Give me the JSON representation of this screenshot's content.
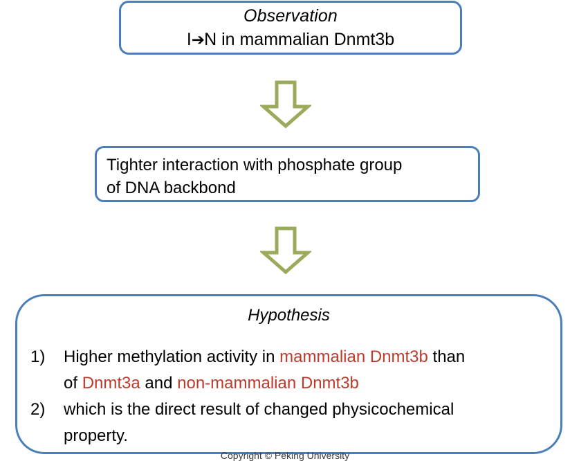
{
  "slide": {
    "accent_border_color": "#4a7ebb",
    "arrow_color": "#9bab5c",
    "highlight_color": "#c0392b",
    "background_color": "#ffffff"
  },
  "observation": {
    "title": "Observation",
    "statement_prefix": "I",
    "statement_arrow": "➔",
    "statement_suffix": "N in mammalian Dnmt3b"
  },
  "arrows": [
    {
      "name": "down-arrow-1",
      "direction": "down"
    },
    {
      "name": "down-arrow-2",
      "direction": "down"
    }
  ],
  "mechanism": {
    "line1": "Tighter interaction with phosphate group",
    "line2": "of DNA backbond"
  },
  "hypothesis": {
    "title": "Hypothesis",
    "items": [
      {
        "marker": "1)",
        "segments": [
          {
            "text": "Higher methylation activity in ",
            "highlight": false
          },
          {
            "text": "mammalian Dnmt3b",
            "highlight": true
          },
          {
            "text": " than",
            "highlight": false
          },
          {
            "text": "of ",
            "highlight": false,
            "newline": true
          },
          {
            "text": "Dnmt3a",
            "highlight": true
          },
          {
            "text": " and ",
            "highlight": false
          },
          {
            "text": "non-mammalian Dnmt3b",
            "highlight": true
          }
        ]
      },
      {
        "marker": "2)",
        "segments": [
          {
            "text": "which is the direct result of changed physicochemical",
            "highlight": false
          },
          {
            "text": "property.",
            "highlight": false,
            "newline": true
          }
        ]
      }
    ]
  },
  "footer": {
    "copyright": "Copyright © Peking University"
  }
}
